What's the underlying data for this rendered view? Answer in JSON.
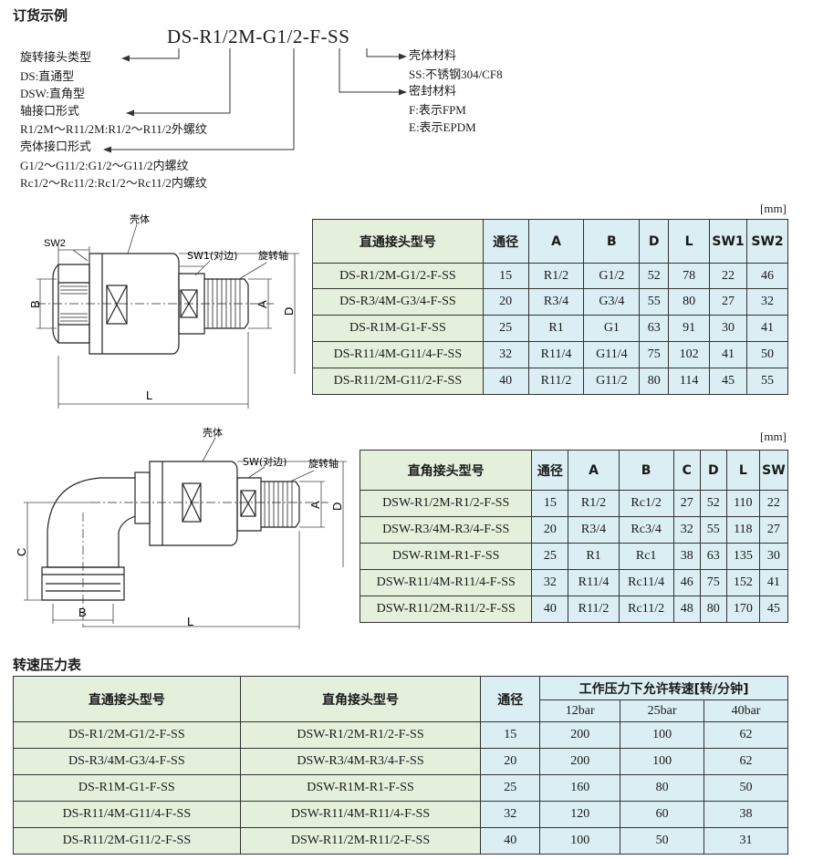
{
  "order_example": {
    "title": "订货示例",
    "code": "DS-R1/2M-G1/2-F-SS",
    "left_lines": [
      "旋转接头类型",
      "DS:直通型",
      "DSW:直角型",
      "轴接口形式",
      "R1/2M～R11/2M:R1/2～R11/2外螺纹",
      "壳体接口形式",
      "G1/2～G11/2:G1/2～G11/2内螺纹",
      "Rc1/2～Rc11/2:Rc1/2～Rc11/2内螺纹"
    ],
    "right_lines": [
      "壳体材料",
      "SS:不锈钢304/CF8",
      "密封材料",
      "F:表示FPM",
      "E:表示EPDM"
    ]
  },
  "straight": {
    "unit": "[mm]",
    "drawing_labels": {
      "body": "壳体",
      "sw2": "SW2",
      "sw1": "SW1(对边)",
      "shaft": "旋转轴",
      "b": "B",
      "a": "A",
      "d": "D",
      "l": "L"
    },
    "headers": [
      "直通接头型号",
      "通径",
      "A",
      "B",
      "D",
      "L",
      "SW1",
      "SW2"
    ],
    "rows": [
      [
        "DS-R1/2M-G1/2-F-SS",
        "15",
        "R1/2",
        "G1/2",
        "52",
        "78",
        "22",
        "46"
      ],
      [
        "DS-R3/4M-G3/4-F-SS",
        "20",
        "R3/4",
        "G3/4",
        "55",
        "80",
        "27",
        "32"
      ],
      [
        "DS-R1M-G1-F-SS",
        "25",
        "R1",
        "G1",
        "63",
        "91",
        "30",
        "41"
      ],
      [
        "DS-R11/4M-G11/4-F-SS",
        "32",
        "R11/4",
        "G11/4",
        "75",
        "102",
        "41",
        "50"
      ],
      [
        "DS-R11/2M-G11/2-F-SS",
        "40",
        "R11/2",
        "G11/2",
        "80",
        "114",
        "45",
        "55"
      ]
    ]
  },
  "angle": {
    "unit": "[mm]",
    "drawing_labels": {
      "body": "壳体",
      "sw": "SW(对边)",
      "shaft": "旋转轴",
      "c": "C",
      "a": "A",
      "d": "D",
      "b": "B",
      "l": "L"
    },
    "headers": [
      "直角接头型号",
      "通径",
      "A",
      "B",
      "C",
      "D",
      "L",
      "SW"
    ],
    "rows": [
      [
        "DSW-R1/2M-R1/2-F-SS",
        "15",
        "R1/2",
        "Rc1/2",
        "27",
        "52",
        "110",
        "22"
      ],
      [
        "DSW-R3/4M-R3/4-F-SS",
        "20",
        "R3/4",
        "Rc3/4",
        "32",
        "55",
        "118",
        "27"
      ],
      [
        "DSW-R1M-R1-F-SS",
        "25",
        "R1",
        "Rc1",
        "38",
        "63",
        "135",
        "30"
      ],
      [
        "DSW-R11/4M-R11/4-F-SS",
        "32",
        "R11/4",
        "Rc11/4",
        "46",
        "75",
        "152",
        "41"
      ],
      [
        "DSW-R11/2M-R11/2-F-SS",
        "40",
        "R11/2",
        "Rc11/2",
        "48",
        "80",
        "170",
        "45"
      ]
    ]
  },
  "speed": {
    "title": "转速压力表",
    "headers": [
      "直通接头型号",
      "直角接头型号",
      "通径",
      "工作压力下允许转速[转/分钟]"
    ],
    "sub_headers": [
      "12bar",
      "25bar",
      "40bar"
    ],
    "rows": [
      [
        "DS-R1/2M-G1/2-F-SS",
        "DSW-R1/2M-R1/2-F-SS",
        "15",
        "200",
        "100",
        "62"
      ],
      [
        "DS-R3/4M-G3/4-F-SS",
        "DSW-R3/4M-R3/4-F-SS",
        "20",
        "200",
        "100",
        "62"
      ],
      [
        "DS-R1M-G1-F-SS",
        "DSW-R1M-R1-F-SS",
        "25",
        "160",
        "80",
        "50"
      ],
      [
        "DS-R11/4M-G11/4-F-SS",
        "DSW-R11/4M-R11/4-F-SS",
        "32",
        "120",
        "60",
        "38"
      ],
      [
        "DS-R11/2M-G11/2-F-SS",
        "DSW-R11/2M-R11/2-F-SS",
        "40",
        "100",
        "50",
        "31"
      ]
    ]
  }
}
